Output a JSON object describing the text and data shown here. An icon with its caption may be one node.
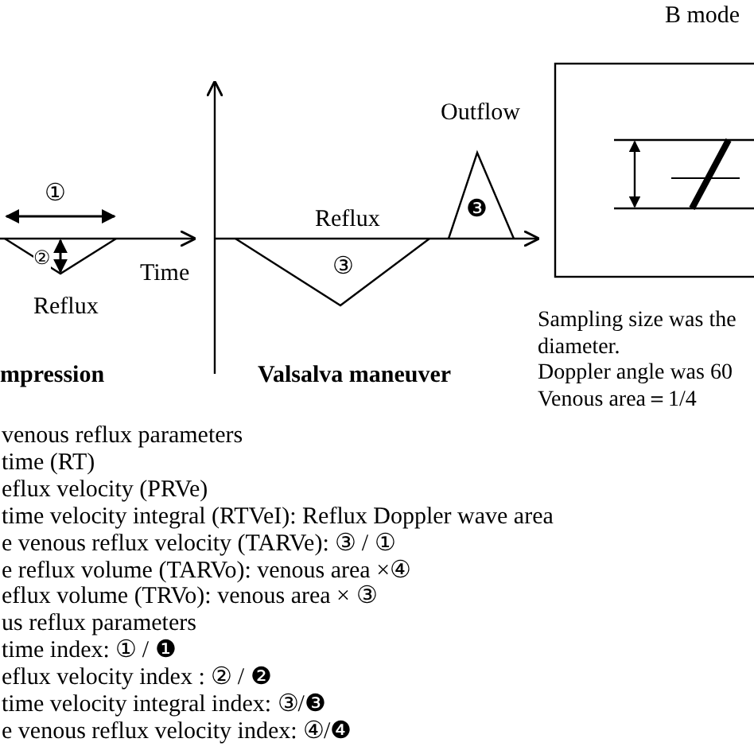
{
  "diagram": {
    "labels": [
      "B mode",
      "①",
      "②",
      "Time",
      "Reflux",
      "mpression",
      "Reflux",
      "③",
      "Outflow",
      "❸",
      "Valsalva maneuver",
      "Sampling size was the",
      "diameter.",
      "Doppler angle was 60",
      "Venous area＝1/4",
      "venous reflux parameters",
      "time (RT)",
      "eflux velocity (PRVe)",
      "time velocity integral (RTVeI): Reflux Doppler  wave area",
      "e venous reflux velocity (TARVe): ③ / ①",
      "e reflux volume (TARVo): venous area ×④",
      "eflux volume (TRVo): venous area × ③",
      "us reflux parameters",
      "time index: ① / ❶",
      "eflux velocity index : ② / ❷",
      "time velocity integral index: ③/❸",
      "e venous reflux velocity index: ④/❹"
    ]
  }
}
